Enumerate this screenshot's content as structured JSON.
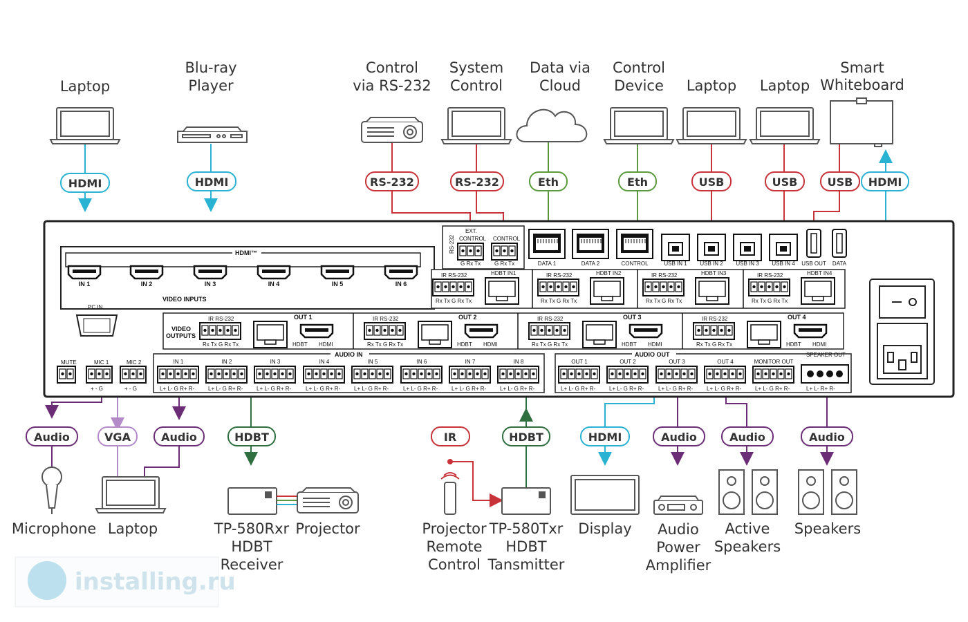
{
  "top_devices": [
    {
      "line1": "",
      "line2": "Laptop"
    },
    {
      "line1": "Blu-ray",
      "line2": "Player"
    },
    {
      "line1": "Control",
      "line2": "via RS-232"
    },
    {
      "line1": "System",
      "line2": "Control"
    },
    {
      "line1": "Data via",
      "line2": "Cloud"
    },
    {
      "line1": "Control",
      "line2": "Device"
    },
    {
      "line1": "",
      "line2": "Laptop"
    },
    {
      "line1": "",
      "line2": "Laptop"
    },
    {
      "line1": "Smart",
      "line2": "Whiteboard"
    }
  ],
  "top_badges": [
    "HDMI",
    "HDMI",
    "RS-232",
    "RS-232",
    "Eth",
    "Eth",
    "USB",
    "USB",
    "USB",
    "HDMI"
  ],
  "bottom_badges": [
    "Audio",
    "VGA",
    "Audio",
    "HDBT",
    "IR",
    "HDBT",
    "HDMI",
    "Audio",
    "Audio",
    "Audio"
  ],
  "bottom_devices": [
    {
      "lines": [
        "Microphone"
      ]
    },
    {
      "lines": [
        "Laptop"
      ]
    },
    {
      "lines": [
        "TP-580Rxr",
        "HDBT",
        "Receiver"
      ]
    },
    {
      "lines": [
        "Projector"
      ]
    },
    {
      "lines": [
        "Projector",
        "Remote",
        "Control"
      ]
    },
    {
      "lines": [
        "TP-580Txr",
        "HDBT",
        "Tansmitter"
      ]
    },
    {
      "lines": [
        "Display"
      ]
    },
    {
      "lines": [
        "Audio",
        "Power",
        "Amplifier"
      ]
    },
    {
      "lines": [
        "Active",
        "Speakers"
      ]
    },
    {
      "lines": [
        "Speakers"
      ]
    }
  ],
  "panel": {
    "hdmi_group": "HDMI™",
    "hdmi_inputs": [
      "IN 1",
      "IN 2",
      "IN 3",
      "IN 4",
      "IN 5",
      "IN 6"
    ],
    "video_inputs": "VIDEO INPUTS",
    "pc_in": "PC IN",
    "rs232": "RS-232",
    "ext_control_1": "EXT.",
    "ext_control_2": "CONTROL",
    "control": "CONTROL",
    "pin_g_rx_tx": "G Rx Tx",
    "pin_rx_tx_g": "Rx Tx G Rx Tx",
    "ir_rs232": "IR RS-232",
    "eth_ports": [
      "DATA 1",
      "DATA 2",
      "CONTROL"
    ],
    "usb_ports": [
      "USB IN 1",
      "USB IN 2",
      "USB IN 3",
      "USB IN 4",
      "USB OUT",
      "DATA"
    ],
    "hdbt_inputs": [
      "HDBT IN1",
      "HDBT IN2",
      "HDBT IN3",
      "HDBT IN4"
    ],
    "video_outputs_1": "VIDEO",
    "video_outputs_2": "OUTPUTS",
    "outputs": [
      "OUT 1",
      "OUT 2",
      "OUT 3",
      "OUT 4"
    ],
    "hdbt": "HDBT",
    "hdmi": "HDMI",
    "mute": "MUTE",
    "mics": [
      "MIC 1",
      "MIC 2"
    ],
    "mic_pins": "+ - G",
    "audio_in": "AUDIO IN",
    "audio_in_ports": [
      "IN 1",
      "IN 2",
      "IN 3",
      "IN 4",
      "IN 5",
      "IN 6",
      "IN 7",
      "IN 8"
    ],
    "audio_pins": "L+ L- G R+ R-",
    "audio_out": "AUDIO OUT",
    "audio_out_ports": [
      "OUT 1",
      "OUT 2",
      "OUT 3",
      "OUT 4",
      "MONITOR OUT"
    ],
    "speaker_out": "SPEAKER OUT",
    "speaker_pins": "L+ L- R+ R-"
  },
  "watermark": "installing.ru",
  "colors": {
    "hdmi": "#2ab2d3",
    "rs232": "#c8333a",
    "eth": "#5a9a3c",
    "usb": "#c8333a",
    "audio": "#6b2e76",
    "vga": "#b48ac8",
    "hdbt": "#2f6e3e",
    "ir": "#c8333a",
    "device": "#555555"
  }
}
